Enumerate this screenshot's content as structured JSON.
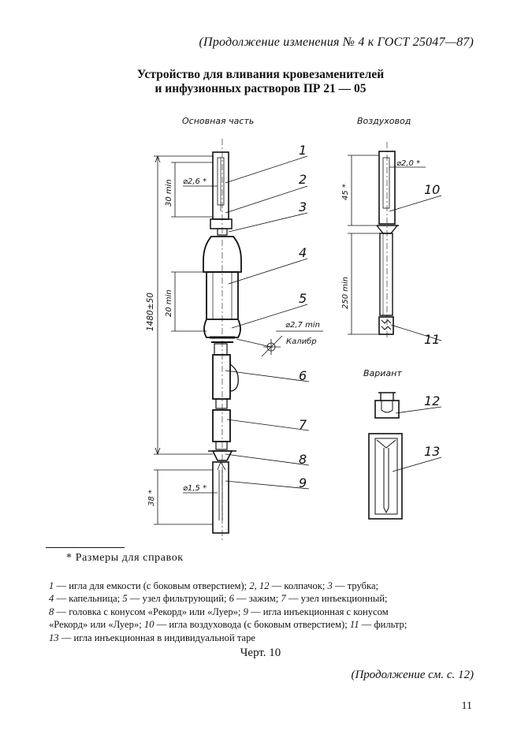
{
  "header": "(Продолжение изменения № 4 к ГОСТ 25047—87)",
  "title_line1": "Устройство для вливания кровезаменителей",
  "title_line2": "и инфузионных растворов ПР 21 — 05",
  "drawing": {
    "section_main": "Основная часть",
    "section_air": "Воздуховод",
    "section_variant": "Вариант",
    "dims": {
      "total_length": "1480±50",
      "needle1_len": "30 min",
      "needle1_dia": "⌀2,6 *",
      "dropper_len": "20 min",
      "filter_dia": "⌀2,7 min",
      "gauge": "Калибр",
      "needle9_len": "38 *",
      "needle9_dia": "⌀1,5 *",
      "air_needle_len": "45 *",
      "air_needle_dia": "⌀2,0 *",
      "air_tube_len": "250 min"
    },
    "callouts": [
      "1",
      "2",
      "3",
      "4",
      "5",
      "6",
      "7",
      "8",
      "9",
      "10",
      "11",
      "12",
      "13"
    ]
  },
  "footnote": "* Размеры для справок",
  "legend": {
    "l1_n1": "1",
    "l1_t1": " — игла для емкости (с боковым отверстием); ",
    "l1_n2": "2, 12",
    "l1_t2": " — колпачок; ",
    "l1_n3": "3",
    "l1_t3": " — трубка;",
    "l2_n1": "4",
    "l2_t1": " — капельница; ",
    "l2_n2": "5",
    "l2_t2": " — узел фильтрующий; ",
    "l2_n3": "6",
    "l2_t3": " — зажим; ",
    "l2_n4": "7",
    "l2_t4": " — узел инъекционный;",
    "l3_n1": "8",
    "l3_t1": " — головка с конусом «Рекорд» или «Луер»; ",
    "l3_n2": "9",
    "l3_t2": " — игла инъекционная с конусом",
    "l4_t0": "«Рекорд» или «Луер»; ",
    "l4_n1": "10",
    "l4_t1": " — игла воздуховода (с боковым отверстием); ",
    "l4_n2": "11",
    "l4_t2": " — фильтр;",
    "l5_n1": "13",
    "l5_t1": " — игла инъекционная в индивидуальной таре"
  },
  "caption": "Черт. 10",
  "continuation": "(Продолжение см. с. 12)",
  "page_number": "11"
}
